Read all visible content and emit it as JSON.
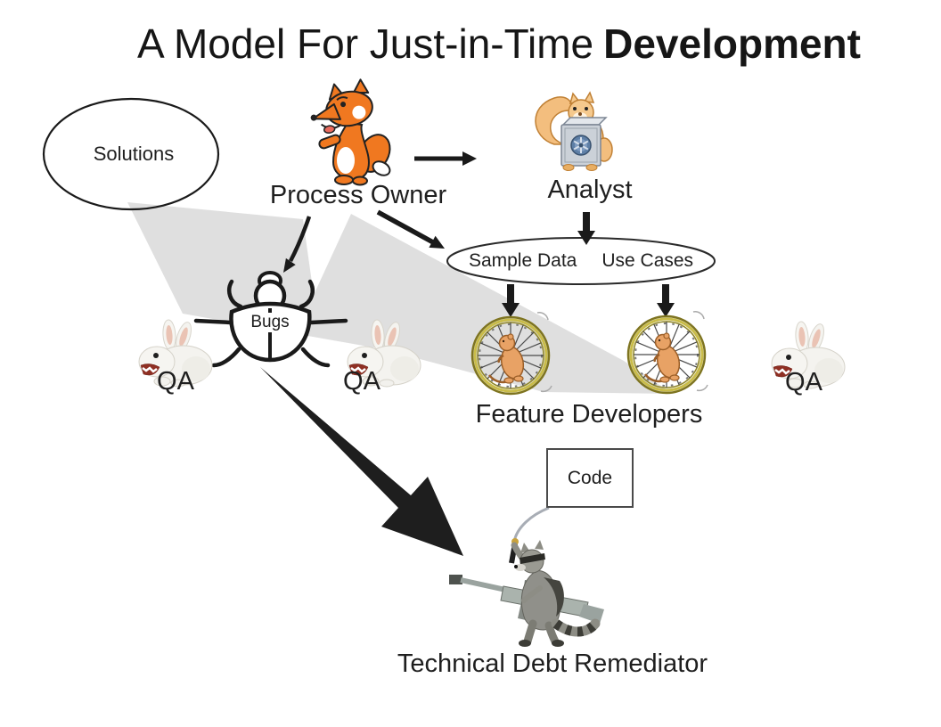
{
  "title": {
    "main": "A Model For Just-in-Time",
    "emphasis": "Development"
  },
  "nodes": {
    "solutions": "Solutions",
    "process_owner": "Process Owner",
    "analyst": "Analyst",
    "sample_data": "Sample Data",
    "use_cases": "Use Cases",
    "bugs": "Bugs",
    "qa_left": "QA",
    "qa_middle": "QA",
    "qa_right": "QA",
    "feature_developers": "Feature Developers",
    "code": "Code",
    "technical_debt_remediator": "Technical Debt Remediator"
  },
  "icons": {
    "fox": "fox-icon (Process Owner mascot)",
    "squirrel_safe": "squirrel-with-safe-icon (Analyst mascot)",
    "bug": "beetle-outline-icon labeled Bugs",
    "rabbit": "killer-plush-rabbit-icon (QA mascot, appears 3 times)",
    "hamster_wheel": "hamster-in-wheel-icon (Feature Developer mascot, appears 2 times)",
    "raccoon": "raccoon-with-rifle-and-katana-icon (Technical Debt Remediator mascot)",
    "beam": "gray-shadow-arrow pointing up-left from developer wheels toward Solutions ellipse"
  },
  "edges": [
    {
      "from": "process_owner",
      "to": "analyst",
      "style": "black arrow right"
    },
    {
      "from": "analyst",
      "to": "sample_data_use_cases",
      "style": "black arrow down"
    },
    {
      "from": "process_owner",
      "to": "bugs",
      "style": "black arrow down-left"
    },
    {
      "from": "process_owner",
      "to": "sample_data_use_cases",
      "style": "black arrow down-right"
    },
    {
      "from": "sample_data_use_cases",
      "to": "feature_developer_left",
      "style": "black arrow down"
    },
    {
      "from": "sample_data_use_cases",
      "to": "feature_developer_right",
      "style": "black arrow down"
    },
    {
      "from": "bugs",
      "to": "technical_debt_remediator",
      "style": "large tapered spike arrow down-right"
    }
  ],
  "colors": {
    "background": "#ffffff",
    "text": "#1f1f1f",
    "outline_black": "#1a1a1a",
    "beam_gray": "#dbdbdb",
    "fox_orange": "#F07820",
    "squirrel_tan": "#F3BE7E",
    "safe_gray": "#CBD1D8",
    "dial_blue": "#5E7FA6",
    "wheel_gold": "#8E8426",
    "wheel_gold_light": "#C9BC4A",
    "hamster_tan": "#E8A265",
    "rabbit_white": "#F4F3EF",
    "mouth_red": "#8F2F23",
    "raccoon_gray": "#8D8D85",
    "raccoon_dark": "#3C3C36",
    "rifle_gray": "#AAB3AD"
  }
}
